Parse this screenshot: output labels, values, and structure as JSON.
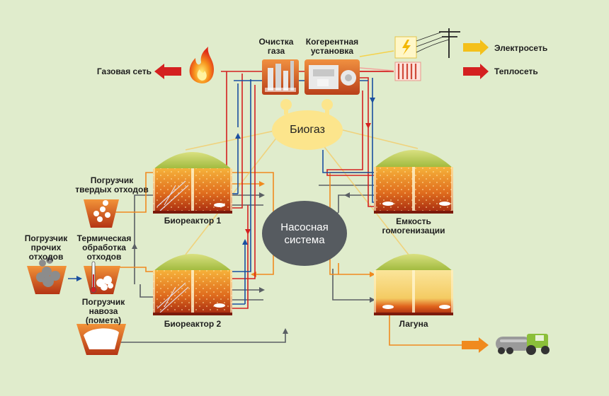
{
  "top_units": {
    "gas_cleaning": "Очистка\nгаза",
    "cogeneration": "Когерентная\nустановка"
  },
  "outputs": {
    "power_grid": "Электросеть",
    "heat_grid": "Теплосеть",
    "gas_grid": "Газовая сеть"
  },
  "biogas": "Биогаз",
  "pump_system": "Насосная\nсистема",
  "loaders": {
    "solid_waste": "Погрузчик\nтвердых отходов",
    "other_waste": "Погрузчик\nпрочих\nотходов",
    "thermal": "Термическая\nобработка\nотходов",
    "manure": "Погрузчик\nнавоза\n(помета)"
  },
  "tanks": {
    "bioreactor1": "Биореактор 1",
    "bioreactor2": "Биореактор 2",
    "homogenization": "Емкость\nгомогенизации",
    "lagoon": "Лагуна"
  },
  "colors": {
    "background": "#e0eccc",
    "red_line": "#d42020",
    "blue_line": "#1a4fa0",
    "orange_line": "#f08a1e",
    "gray_line": "#5a5f64",
    "biogas_fill": "#fce58c",
    "pump_fill": "#565b60"
  }
}
